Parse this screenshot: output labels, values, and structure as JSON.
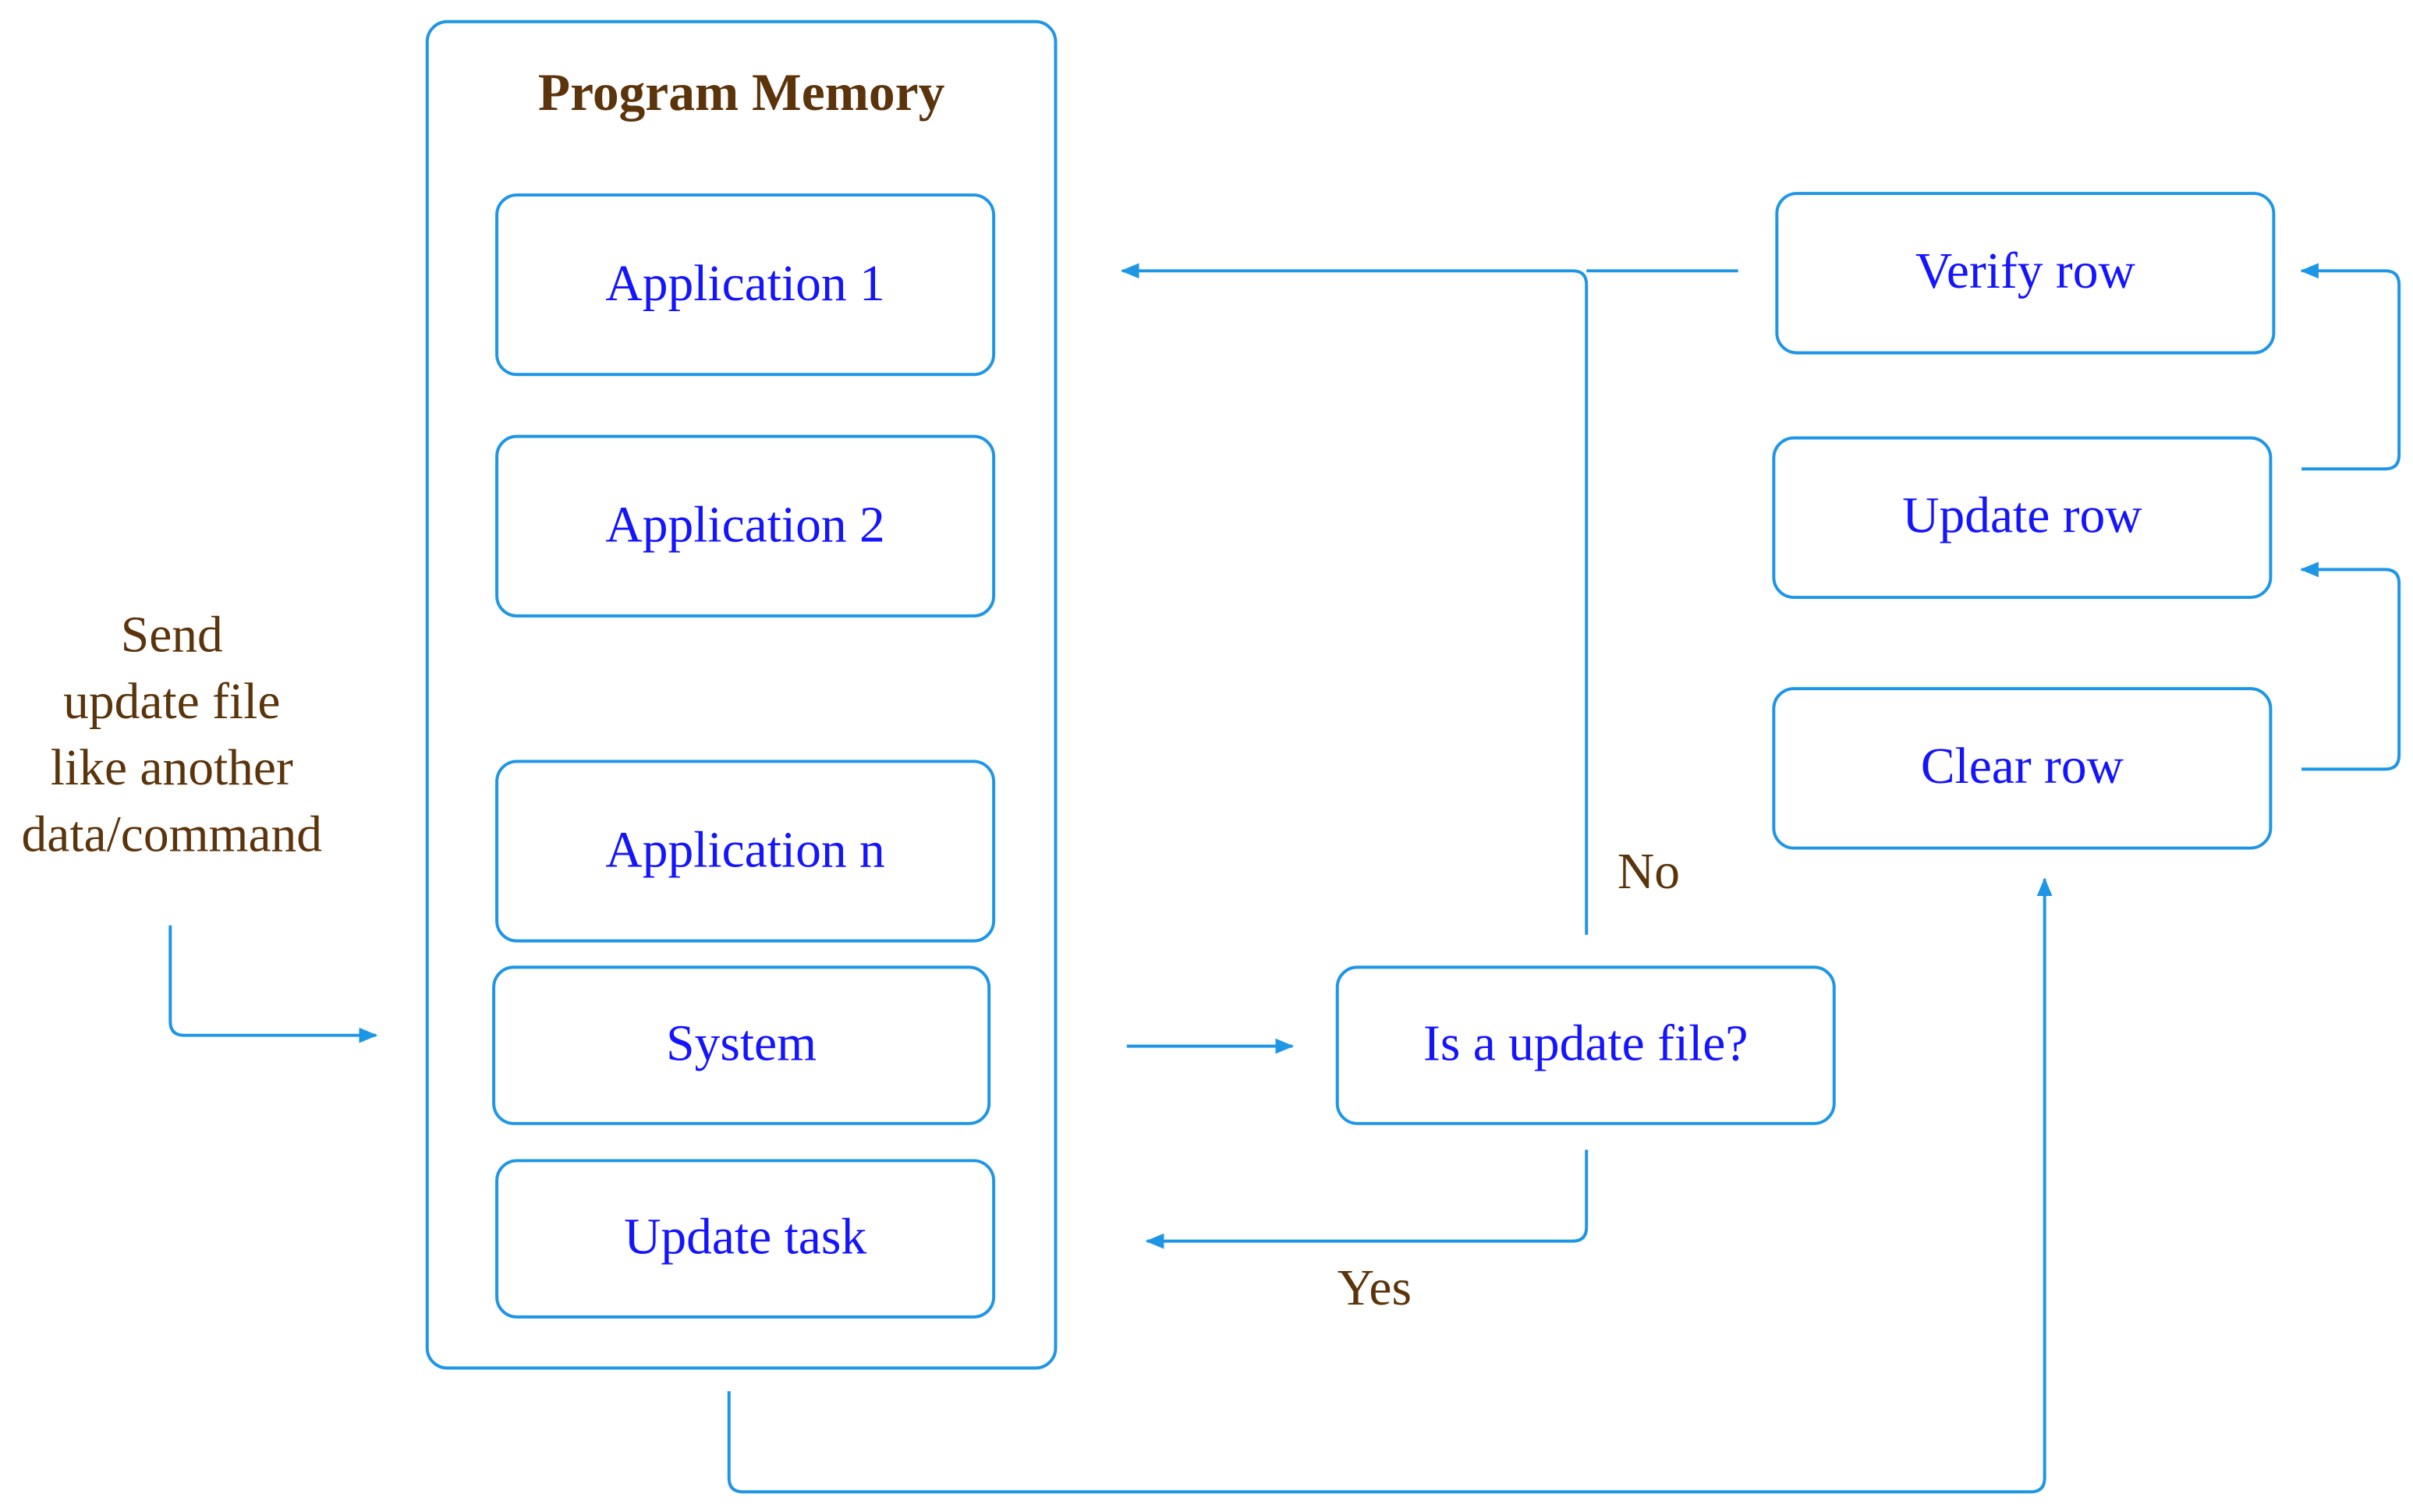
{
  "colors": {
    "accent": "#1e96e6",
    "box_text": "#1414ff",
    "note_text": "#5c340b"
  },
  "program_memory": {
    "title": "Program Memory",
    "applications": [
      "Application 1",
      "Application 2",
      "Application n"
    ],
    "system": "System",
    "update_task": "Update task"
  },
  "sender": {
    "lines": [
      "Send",
      "update file",
      "like another",
      "data/command"
    ]
  },
  "decision": {
    "question": "Is a update file?",
    "yes": "Yes",
    "no": "No"
  },
  "row_ops": {
    "verify": "Verify row",
    "update": "Update row",
    "clear": "Clear row"
  }
}
